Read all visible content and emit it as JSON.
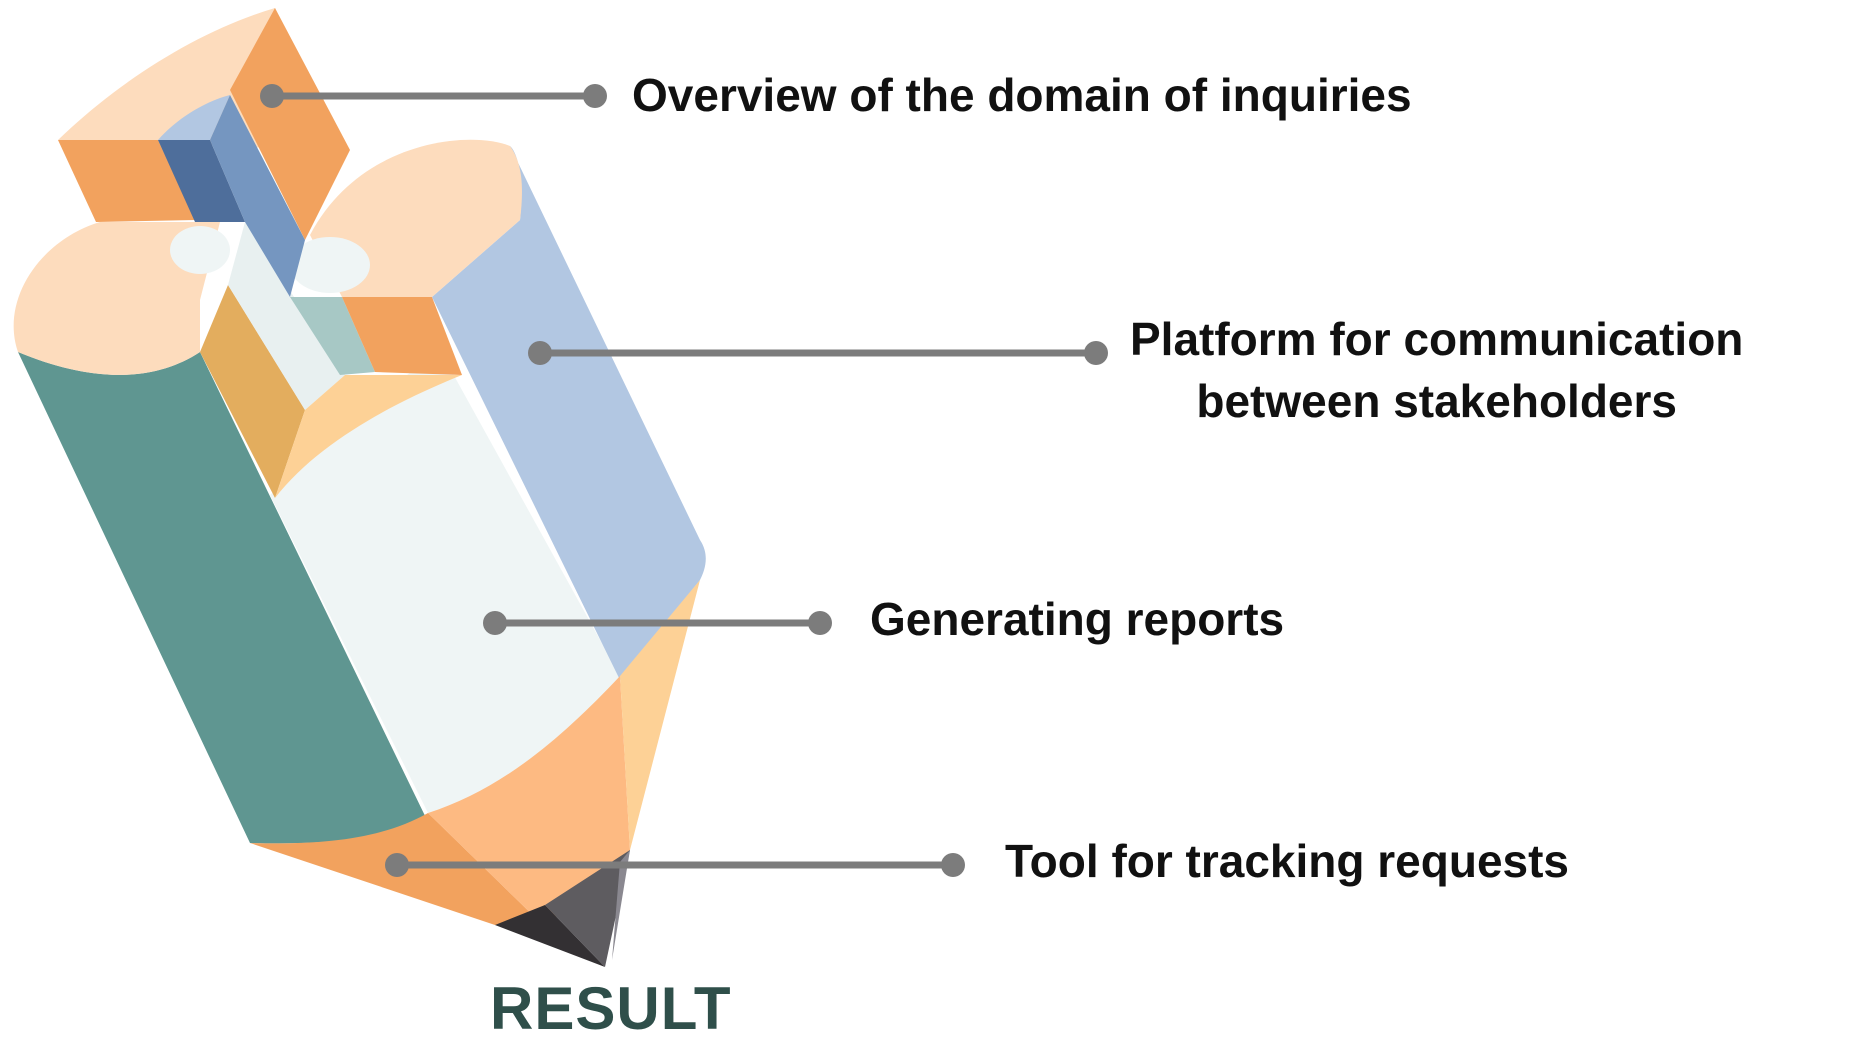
{
  "callouts": {
    "overview": "Overview of the domain of inquiries",
    "platform_line1": "Platform for communication",
    "platform_line2": "between stakeholders",
    "reports": "Generating reports",
    "tool": "Tool for tracking requests"
  },
  "result_label": "RESULT",
  "colors": {
    "teal": "#5f9691",
    "peach_light": "#fddcbd",
    "orange": "#f2a25e",
    "blue_light": "#b2c7e2",
    "blue_mid": "#7596c0",
    "blue_dark": "#4e6e9b",
    "mint": "#a7c8c5",
    "white_face": "#eff5f5",
    "gold": "#e3ad5e",
    "sand": "#fdd196",
    "tip_dark": "#333033",
    "tip_mid": "#5e5c60",
    "connector": "#7c7c7c",
    "result_text": "#2f4f4a"
  }
}
